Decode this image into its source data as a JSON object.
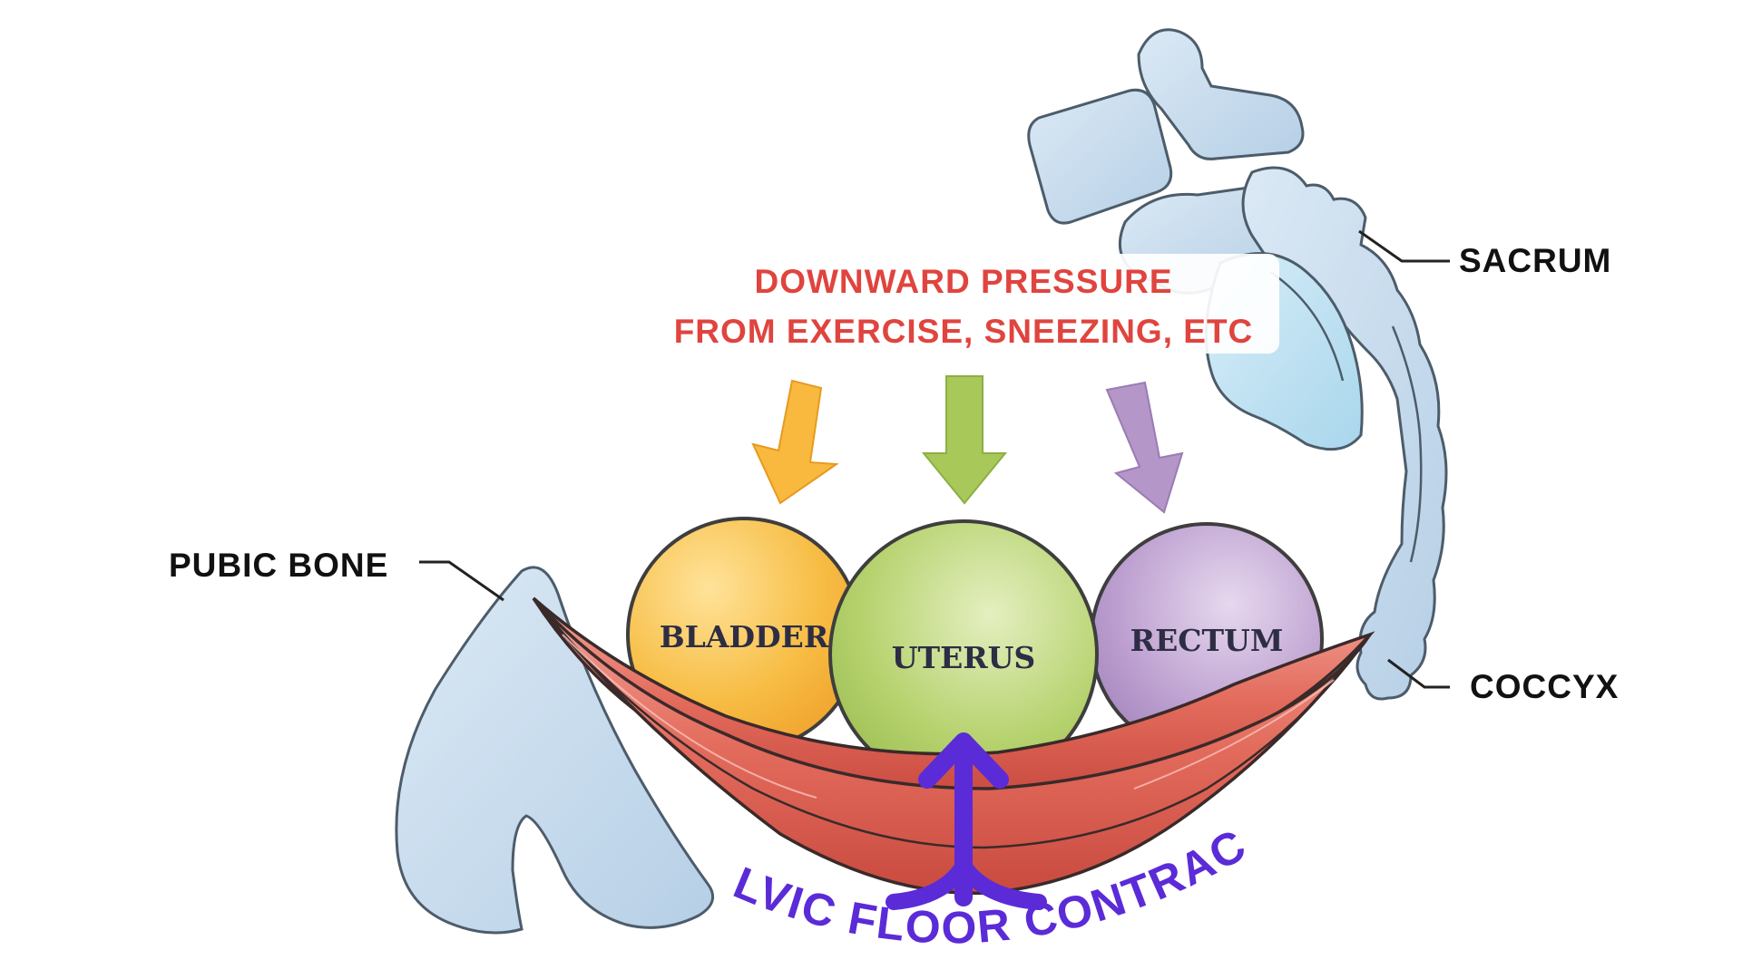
{
  "labels": {
    "pressure_line1": "DOWNWARD PRESSURE",
    "pressure_line2": "FROM EXERCISE, SNEEZING, ETC",
    "sacrum": "SACRUM",
    "coccyx": "COCCYX",
    "pubic_bone": "PUBIC BONE",
    "contracts": "PELVIC FLOOR CONTRACTS"
  },
  "organs": {
    "bladder": "BLADDER",
    "uterus": "UTERUS",
    "rectum": "RECTUM"
  },
  "colors": {
    "pressure_text": "#e0443e",
    "contract": "#5b2bd8",
    "bladder": "#f6b73c",
    "uterus": "#a6c75a",
    "rectum": "#b494c8",
    "muscle": "#e06a5c",
    "bone": "#cfe1f0"
  },
  "icons": {
    "arrows_down": [
      "arrow-down-orange-icon",
      "arrow-down-green-icon",
      "arrow-down-purple-icon"
    ],
    "arrow_up": "arrow-up-purple-icon"
  }
}
